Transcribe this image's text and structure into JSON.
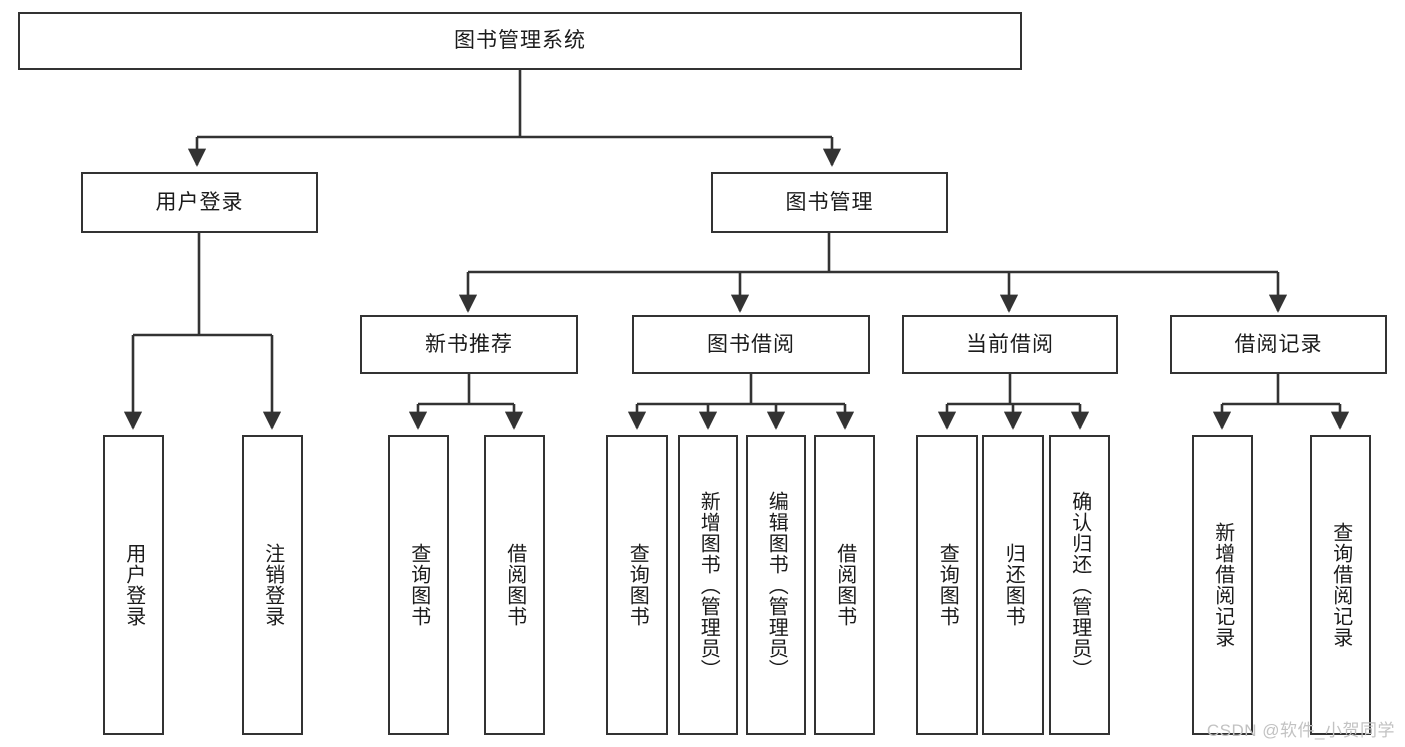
{
  "diagram": {
    "title": "图书管理系统",
    "type": "tree",
    "orientation": "top-down",
    "colors": {
      "background": "#ffffff",
      "node_fill": "#ffffff",
      "node_border": "#333333",
      "edge": "#333333",
      "text": "#1b1b1b",
      "watermark": "#c2c2c2"
    },
    "watermark": "CSDN @软件_小贺同学"
  },
  "nodes": {
    "root": {
      "label": "图书管理系统",
      "level": 1,
      "text_direction": "horizontal"
    },
    "level2": [
      {
        "id": "user-login",
        "label": "用户登录",
        "text_direction": "horizontal"
      },
      {
        "id": "book-manage",
        "label": "图书管理",
        "text_direction": "horizontal"
      }
    ],
    "level3": [
      {
        "id": "new-book-recommend",
        "label": "新书推荐",
        "text_direction": "horizontal"
      },
      {
        "id": "book-borrow",
        "label": "图书借阅",
        "text_direction": "horizontal"
      },
      {
        "id": "current-borrow",
        "label": "当前借阅",
        "text_direction": "horizontal"
      },
      {
        "id": "borrow-record",
        "label": "借阅记录",
        "text_direction": "horizontal"
      }
    ],
    "leaves": [
      {
        "id": "leaf-user-login",
        "label": "用户登录",
        "parent": "user-login",
        "text_direction": "vertical"
      },
      {
        "id": "leaf-user-logout",
        "label": "注销登录",
        "parent": "user-login",
        "text_direction": "vertical"
      },
      {
        "id": "leaf-recommend-query",
        "label": "查询图书",
        "parent": "new-book-recommend",
        "text_direction": "vertical"
      },
      {
        "id": "leaf-recommend-borrow",
        "label": "借阅图书",
        "parent": "new-book-recommend",
        "text_direction": "vertical"
      },
      {
        "id": "leaf-borrow-query",
        "label": "查询图书",
        "parent": "book-borrow",
        "text_direction": "vertical"
      },
      {
        "id": "leaf-borrow-add",
        "label": "新增图书（管理员）",
        "parent": "book-borrow",
        "text_direction": "vertical"
      },
      {
        "id": "leaf-borrow-edit",
        "label": "编辑图书（管理员）",
        "parent": "book-borrow",
        "text_direction": "vertical"
      },
      {
        "id": "leaf-borrow-lend",
        "label": "借阅图书",
        "parent": "book-borrow",
        "text_direction": "vertical"
      },
      {
        "id": "leaf-current-query",
        "label": "查询图书",
        "parent": "current-borrow",
        "text_direction": "vertical"
      },
      {
        "id": "leaf-current-return",
        "label": "归还图书",
        "parent": "current-borrow",
        "text_direction": "vertical"
      },
      {
        "id": "leaf-current-confirm",
        "label": "确认归还（管理员）",
        "parent": "current-borrow",
        "text_direction": "vertical"
      },
      {
        "id": "leaf-record-add",
        "label": "新增借阅记录",
        "parent": "borrow-record",
        "text_direction": "vertical"
      },
      {
        "id": "leaf-record-query",
        "label": "查询借阅记录",
        "parent": "borrow-record",
        "text_direction": "vertical"
      }
    ]
  }
}
